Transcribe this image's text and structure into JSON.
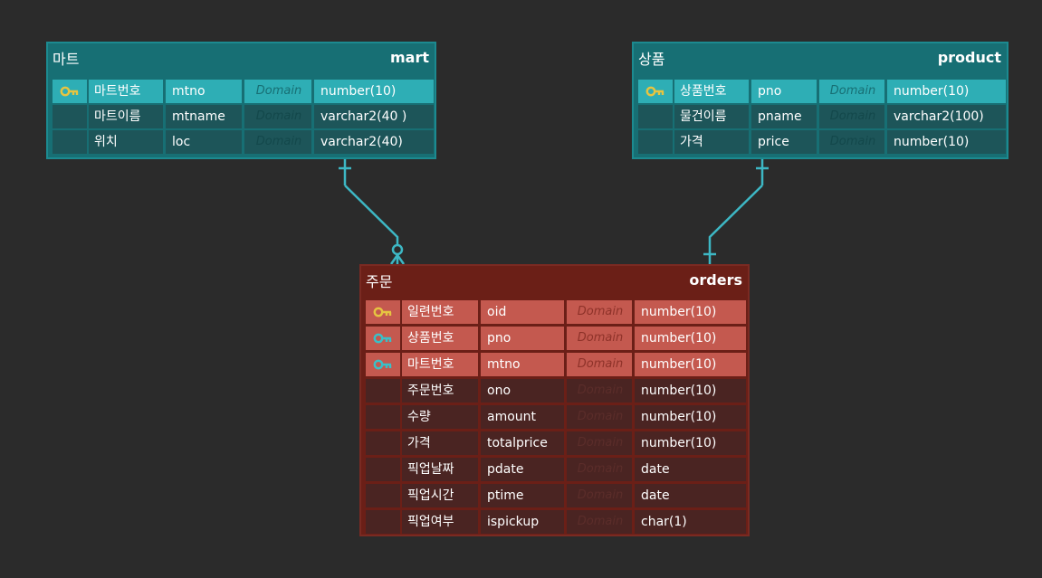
{
  "colors": {
    "background": "#2b2b2b",
    "teal_header": "#176f74",
    "teal_highlight": "#2eaeb5",
    "red_header": "#6b1f17",
    "red_highlight": "#c4594f",
    "primary_key": "#e6c441",
    "foreign_key": "#39c0c8",
    "relationship_line": "#3db7c4"
  },
  "entities": {
    "mart": {
      "title_kr": "마트",
      "title_en": "mart",
      "rows": [
        {
          "key": "primary-key-icon",
          "kr": "마트번호",
          "col": "mtno",
          "domain": "Domain",
          "type": "number(10)"
        },
        {
          "key": "",
          "kr": "마트이름",
          "col": "mtname",
          "domain": "Domain",
          "type": "varchar2(40 )"
        },
        {
          "key": "",
          "kr": "위치",
          "col": "loc",
          "domain": "Domain",
          "type": "varchar2(40)"
        }
      ]
    },
    "product": {
      "title_kr": "상품",
      "title_en": "product",
      "rows": [
        {
          "key": "primary-key-icon",
          "kr": "상품번호",
          "col": "pno",
          "domain": "Domain",
          "type": "number(10)"
        },
        {
          "key": "",
          "kr": "물건이름",
          "col": "pname",
          "domain": "Domain",
          "type": "varchar2(100)"
        },
        {
          "key": "",
          "kr": "가격",
          "col": "price",
          "domain": "Domain",
          "type": "number(10)"
        }
      ]
    },
    "orders": {
      "title_kr": "주문",
      "title_en": "orders",
      "rows": [
        {
          "key": "primary-key-icon",
          "kr": "일련번호",
          "col": "oid",
          "domain": "Domain",
          "type": "number(10)"
        },
        {
          "key": "foreign-key-icon",
          "kr": "상품번호",
          "col": "pno",
          "domain": "Domain",
          "type": "number(10)"
        },
        {
          "key": "foreign-key-icon",
          "kr": "마트번호",
          "col": "mtno",
          "domain": "Domain",
          "type": "number(10)"
        },
        {
          "key": "",
          "kr": "주문번호",
          "col": "ono",
          "domain": "Domain",
          "type": "number(10)"
        },
        {
          "key": "",
          "kr": "수량",
          "col": "amount",
          "domain": "Domain",
          "type": "number(10)"
        },
        {
          "key": "",
          "kr": "가격",
          "col": "totalprice",
          "domain": "Domain",
          "type": "number(10)"
        },
        {
          "key": "",
          "kr": "픽업날짜",
          "col": "pdate",
          "domain": "Domain",
          "type": "date"
        },
        {
          "key": "",
          "kr": "픽업시간",
          "col": "ptime",
          "domain": "Domain",
          "type": "date"
        },
        {
          "key": "",
          "kr": "픽업여부",
          "col": "ispickup",
          "domain": "Domain",
          "type": "char(1)"
        }
      ]
    }
  }
}
